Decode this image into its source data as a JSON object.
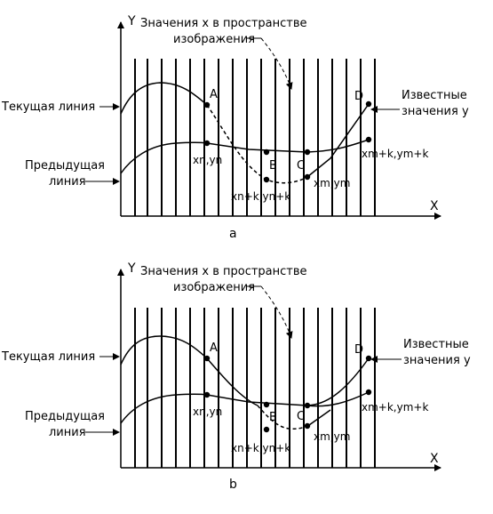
{
  "figures": [
    {
      "id": "a",
      "y_axis": "Y",
      "x_axis": "X",
      "annotation": [
        "Значения x в пространстве",
        "изображения"
      ],
      "current_line": "Текущая линия",
      "previous_line": [
        "Предыдущая",
        "линия"
      ],
      "known_values": [
        "Известные",
        "значения y"
      ],
      "points": {
        "A": "A",
        "B": "B",
        "C": "C",
        "D": "D"
      },
      "coords": {
        "xn_yn": "xn,yn",
        "xnk_ynk": "xn+k,yn+k",
        "xm_ym": "xm,ym",
        "xmk_ymk": "xm+k,ym+k"
      },
      "sublabel": "a"
    },
    {
      "id": "b",
      "y_axis": "Y",
      "x_axis": "X",
      "annotation": [
        "Значения x в пространстве",
        "изображения"
      ],
      "current_line": "Текущая линия",
      "previous_line": [
        "Предыдущая",
        "линия"
      ],
      "known_values": [
        "Известные",
        "значения y"
      ],
      "points": {
        "A": "A",
        "B": "B",
        "C": "C",
        "D": "D"
      },
      "coords": {
        "xn_yn": "xn,yn",
        "xnk_ynk": "xn+k,yn+k",
        "xm_ym": "xm,ym",
        "xmk_ymk": "xm+k,ym+k"
      },
      "sublabel": "b"
    }
  ]
}
